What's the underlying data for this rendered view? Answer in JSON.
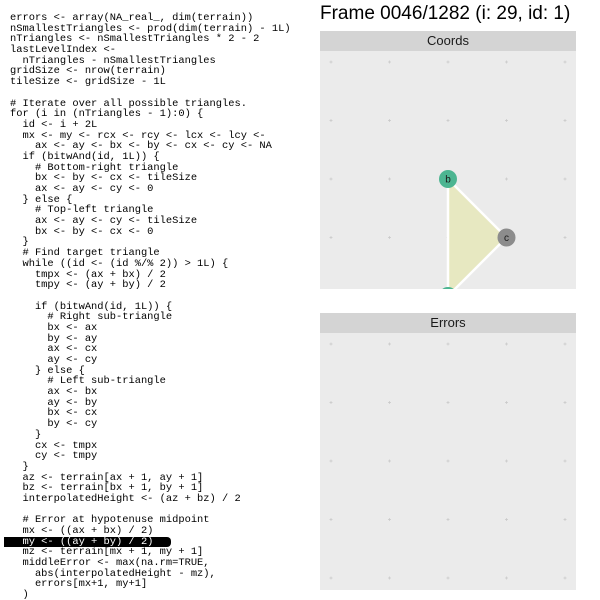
{
  "frame_title": "Frame 0046/1282 (i: 29, id: 1)",
  "colors": {
    "panel_bg": "#ebebeb",
    "header_bg": "#d4d4d4",
    "triangle_fill": "#e7e8c1",
    "vertex_green": "#4cb591",
    "vertex_grey": "#8c8c8c"
  },
  "code": {
    "highlight_index": 49,
    "lines": [
      "errors <- array(NA_real_, dim(terrain))",
      "nSmallestTriangles <- prod(dim(terrain) - 1L)",
      "nTriangles <- nSmallestTriangles * 2 - 2",
      "lastLevelIndex <-",
      "  nTriangles - nSmallestTriangles",
      "gridSize <- nrow(terrain)",
      "tileSize <- gridSize - 1L",
      "",
      "# Iterate over all possible triangles.",
      "for (i in (nTriangles - 1):0) {",
      "  id <- i + 2L",
      "  mx <- my <- rcx <- rcy <- lcx <- lcy <-",
      "    ax <- ay <- bx <- by <- cx <- cy <- NA",
      "  if (bitwAnd(id, 1L)) {",
      "    # Bottom-right triangle",
      "    bx <- by <- cx <- tileSize",
      "    ax <- ay <- cy <- 0",
      "  } else {",
      "    # Top-left triangle",
      "    ax <- ay <- cy <- tileSize",
      "    bx <- by <- cx <- 0",
      "  }",
      "  # Find target triangle",
      "  while ((id <- (id %/% 2)) > 1L) {",
      "    tmpx <- (ax + bx) / 2",
      "    tmpy <- (ay + by) / 2",
      "",
      "    if (bitwAnd(id, 1L)) {",
      "      # Right sub-triangle",
      "      bx <- ax",
      "      by <- ay",
      "      ax <- cx",
      "      ay <- cy",
      "    } else {",
      "      # Left sub-triangle",
      "      ax <- bx",
      "      ay <- by",
      "      bx <- cx",
      "      by <- cy",
      "    }",
      "    cx <- tmpx",
      "    cy <- tmpy",
      "  }",
      "  az <- terrain[ax + 1, ay + 1]",
      "  bz <- terrain[bx + 1, by + 1]",
      "  interpolatedHeight <- (az + bz) / 2",
      "",
      "  # Error at hypotenuse midpoint",
      "  mx <- ((ax + bx) / 2)",
      "  my <- ((ay + by) / 2)",
      "  mz <- terrain[mx + 1, my + 1]",
      "  middleError <- max(na.rm=TRUE,",
      "    abs(interpolatedHeight - mz),",
      "    errors[mx+1, my+1]",
      "  )"
    ]
  },
  "coords_panel": {
    "title": "Coords",
    "vertices": [
      {
        "label": "a",
        "x": 0,
        "y": 0
      },
      {
        "label": "b",
        "x": 0,
        "y": 2
      },
      {
        "label": "c",
        "x": 1,
        "y": 1
      }
    ]
  },
  "errors_panel": {
    "title": "Errors"
  }
}
